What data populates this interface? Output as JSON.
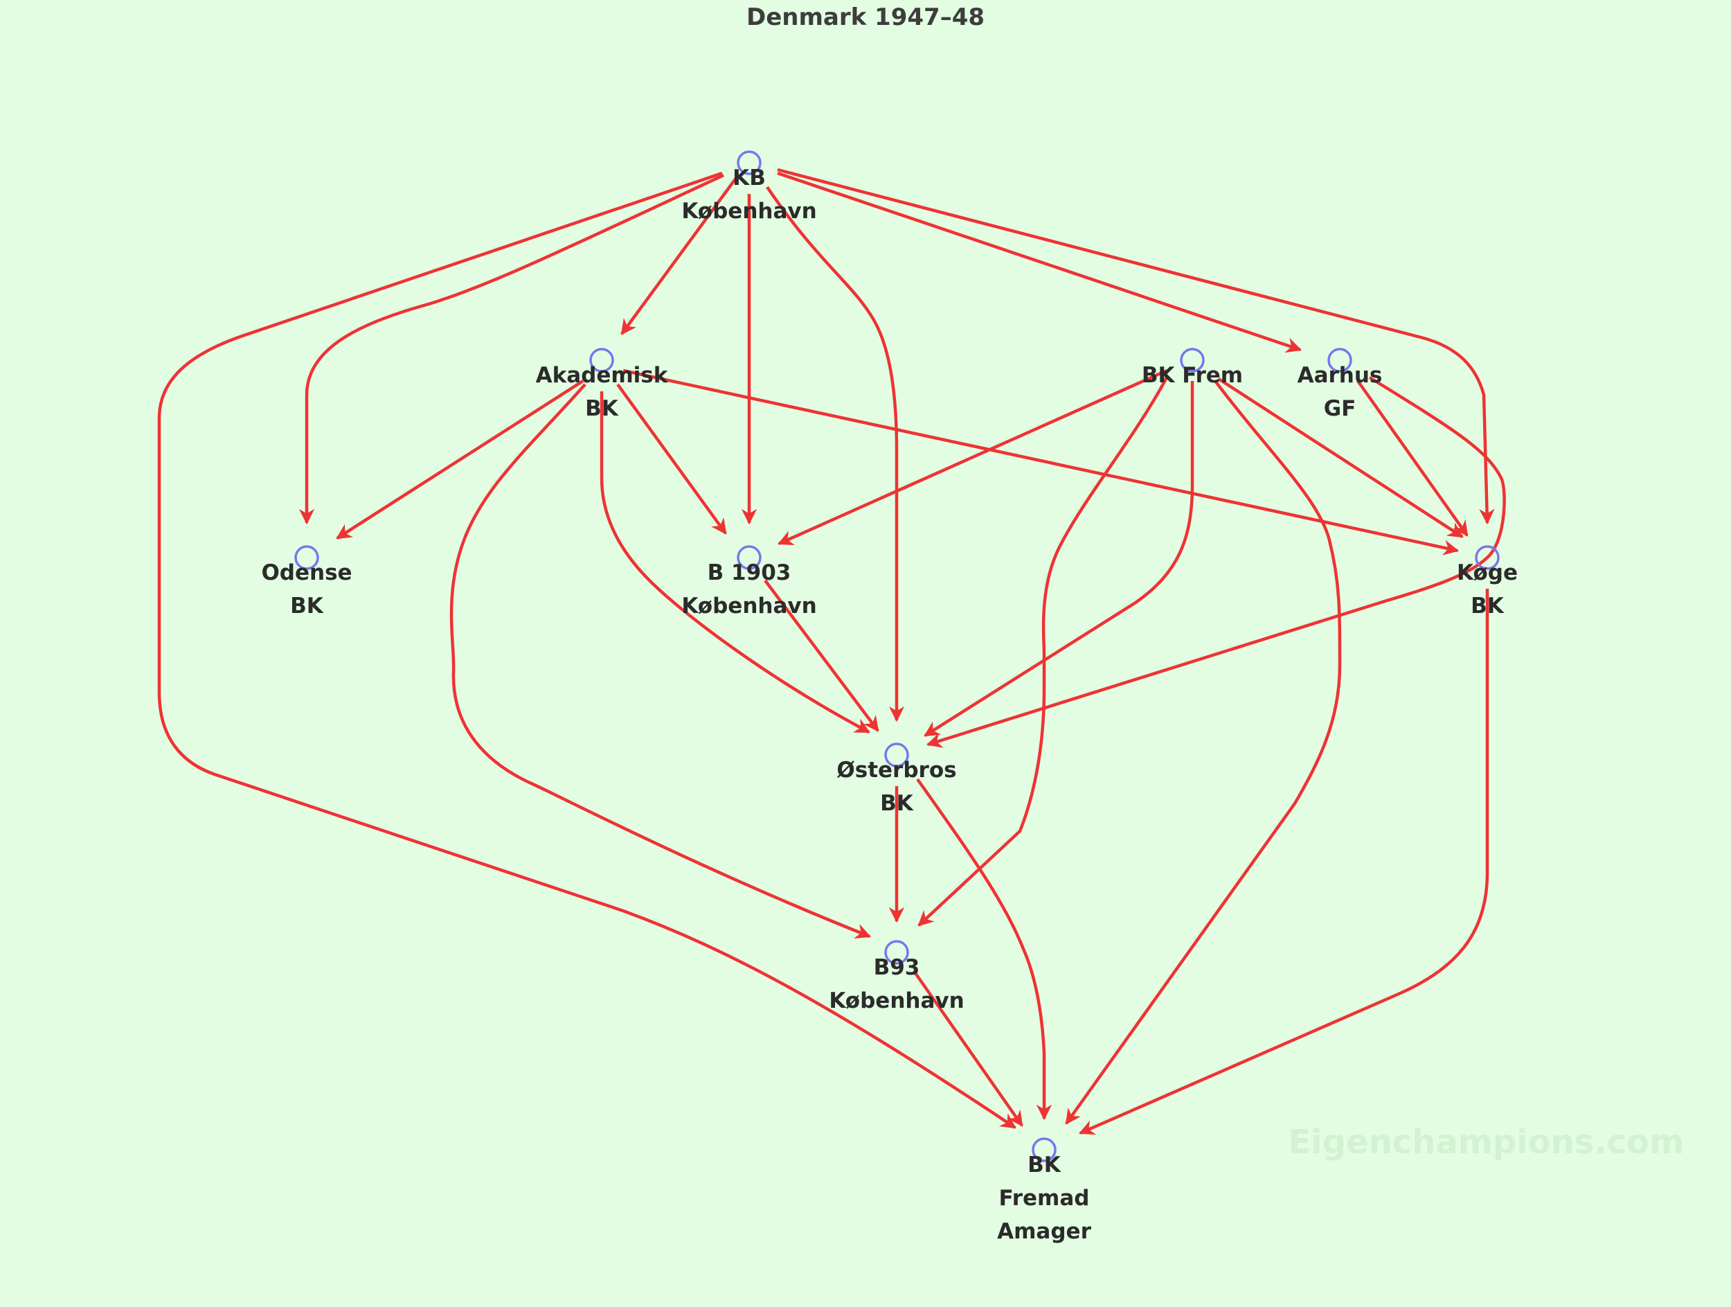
{
  "title": "Denmark 1947–48",
  "watermark": "Eigenchampions.com",
  "colors": {
    "background": "#e3fde3",
    "edge": "#ee3333",
    "node": "#7777ee",
    "text": "#2b2b2b"
  },
  "nodes": [
    {
      "id": "kb",
      "lines": [
        "KB",
        "København"
      ]
    },
    {
      "id": "akademisk",
      "lines": [
        "Akademisk",
        "BK"
      ]
    },
    {
      "id": "frem",
      "lines": [
        "BK Frem"
      ]
    },
    {
      "id": "aarhus",
      "lines": [
        "Aarhus",
        "GF"
      ]
    },
    {
      "id": "odense",
      "lines": [
        "Odense",
        "BK"
      ]
    },
    {
      "id": "b1903",
      "lines": [
        "B 1903",
        "København"
      ]
    },
    {
      "id": "koge",
      "lines": [
        "Køge",
        "BK"
      ]
    },
    {
      "id": "osterbro",
      "lines": [
        "Østerbros",
        "BK"
      ]
    },
    {
      "id": "b93",
      "lines": [
        "B93",
        "København"
      ]
    },
    {
      "id": "fremad",
      "lines": [
        "BK",
        "Fremad",
        "Amager"
      ]
    }
  ],
  "edges": [
    {
      "from": "kb",
      "to": "akademisk"
    },
    {
      "from": "kb",
      "to": "odense"
    },
    {
      "from": "kb",
      "to": "b1903"
    },
    {
      "from": "kb",
      "to": "osterbro"
    },
    {
      "from": "kb",
      "to": "aarhus"
    },
    {
      "from": "kb",
      "to": "koge"
    },
    {
      "from": "kb",
      "to": "fremad"
    },
    {
      "from": "akademisk",
      "to": "odense"
    },
    {
      "from": "akademisk",
      "to": "b1903"
    },
    {
      "from": "akademisk",
      "to": "osterbro"
    },
    {
      "from": "akademisk",
      "to": "b93"
    },
    {
      "from": "akademisk",
      "to": "koge"
    },
    {
      "from": "frem",
      "to": "b1903"
    },
    {
      "from": "frem",
      "to": "osterbro"
    },
    {
      "from": "frem",
      "to": "b93"
    },
    {
      "from": "frem",
      "to": "koge"
    },
    {
      "from": "frem",
      "to": "fremad"
    },
    {
      "from": "aarhus",
      "to": "koge"
    },
    {
      "from": "aarhus",
      "to": "osterbro"
    },
    {
      "from": "b1903",
      "to": "osterbro"
    },
    {
      "from": "osterbro",
      "to": "b93"
    },
    {
      "from": "osterbro",
      "to": "fremad"
    },
    {
      "from": "b93",
      "to": "fremad"
    },
    {
      "from": "koge",
      "to": "fremad"
    }
  ]
}
